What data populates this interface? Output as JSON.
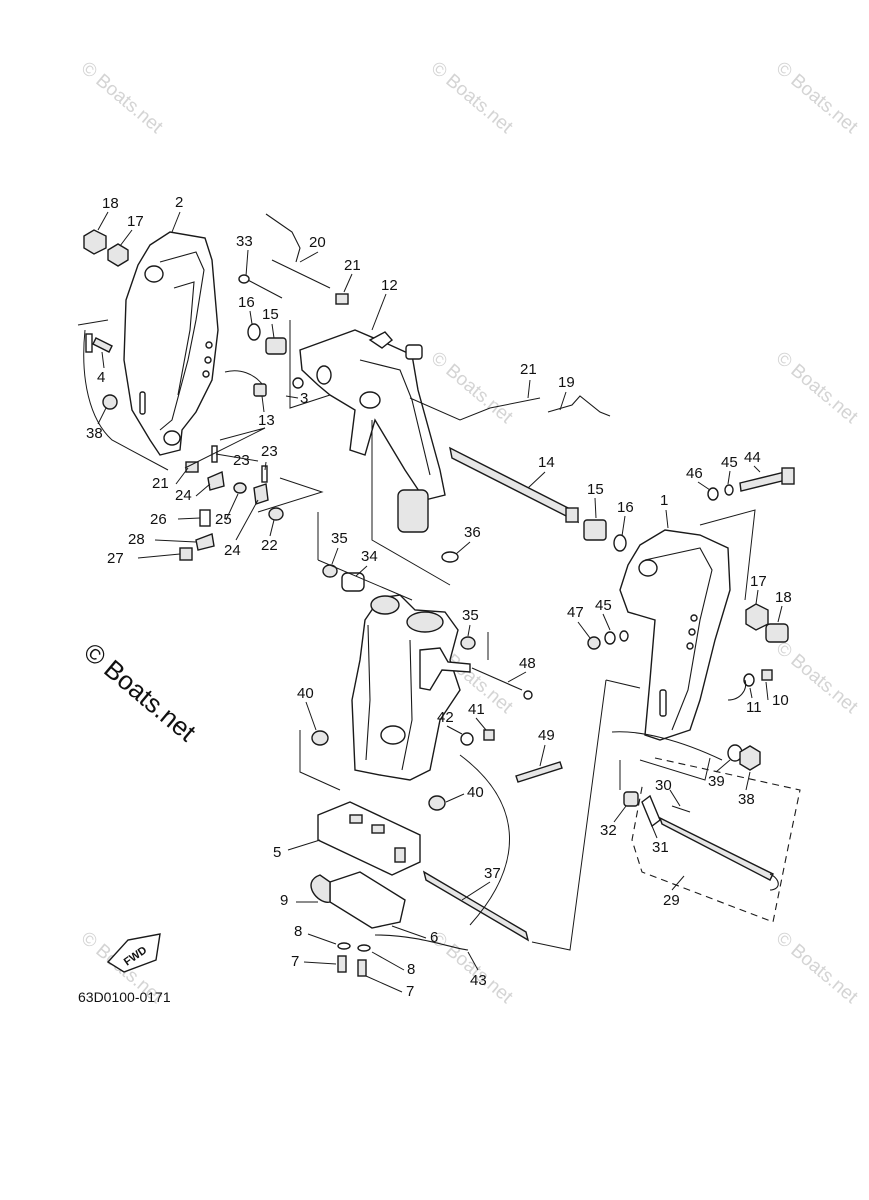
{
  "diagram_code": "63D0100-0171",
  "fwd_label": "FWD",
  "watermark_big": "© Boats.net",
  "watermark_small": "© Boats.net",
  "callouts": {
    "c1": "1",
    "c2": "2",
    "c3": "3",
    "c4": "4",
    "c5": "5",
    "c6": "6",
    "c7a": "7",
    "c7b": "7",
    "c8a": "8",
    "c8b": "8",
    "c9": "9",
    "c10": "10",
    "c11": "11",
    "c12": "12",
    "c13": "13",
    "c14": "14",
    "c15a": "15",
    "c15b": "15",
    "c16a": "16",
    "c16b": "16",
    "c17a": "17",
    "c17b": "17",
    "c18a": "18",
    "c18b": "18",
    "c19": "19",
    "c20": "20",
    "c21a": "21",
    "c21b": "21",
    "c21c": "21",
    "c22": "22",
    "c23a": "23",
    "c23b": "23",
    "c24a": "24",
    "c24b": "24",
    "c25": "25",
    "c26": "26",
    "c27": "27",
    "c28": "28",
    "c29": "29",
    "c30": "30",
    "c31": "31",
    "c32": "32",
    "c33": "33",
    "c34": "34",
    "c35a": "35",
    "c35b": "35",
    "c36": "36",
    "c37": "37",
    "c38a": "38",
    "c38b": "38",
    "c39": "39",
    "c40a": "40",
    "c40b": "40",
    "c41": "41",
    "c42": "42",
    "c43": "43",
    "c44": "44",
    "c45a": "45",
    "c45b": "45",
    "c46": "46",
    "c47": "47",
    "c48": "48",
    "c49": "49"
  }
}
